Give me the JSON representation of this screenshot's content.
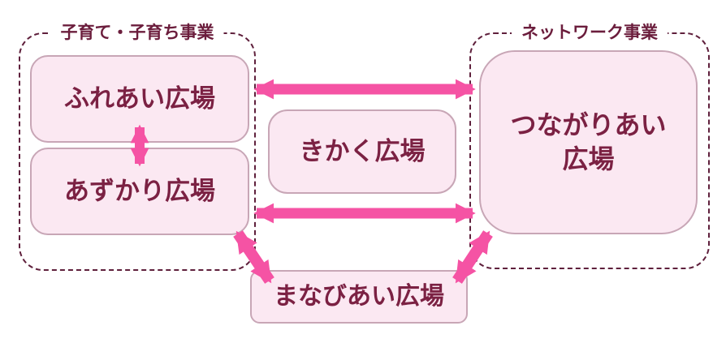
{
  "diagram": {
    "groups": [
      {
        "id": "kosodate",
        "label": "子育て・子育ち事業"
      },
      {
        "id": "network",
        "label": "ネットワーク事業"
      }
    ],
    "boxes": {
      "fureai": {
        "label": "ふれあい広場",
        "group": "kosodate"
      },
      "azukari": {
        "label": "あずかり広場",
        "group": "kosodate"
      },
      "kikaku": {
        "label": "きかく広場",
        "group": null
      },
      "tsunagariai": {
        "label": "つながりあい広場",
        "lines": [
          "つながりあい",
          "広場"
        ],
        "group": "network"
      },
      "manabiai": {
        "label": "まなびあい広場",
        "group": null
      }
    },
    "connections": [
      {
        "from": "fureai",
        "to": "azukari",
        "style": "double-headed-arrow",
        "orientation": "vertical"
      },
      {
        "from": "fureai",
        "to": "tsunagariai",
        "style": "double-headed-arrow",
        "orientation": "horizontal"
      },
      {
        "from": "azukari",
        "to": "tsunagariai",
        "style": "double-headed-arrow",
        "orientation": "horizontal"
      },
      {
        "from": "azukari",
        "to": "manabiai",
        "style": "double-headed-arrow",
        "orientation": "diagonal"
      },
      {
        "from": "manabiai",
        "to": "tsunagariai",
        "style": "double-headed-arrow",
        "orientation": "diagonal"
      }
    ],
    "colors": {
      "arrow": "#f553a4",
      "box_fill": "#fbe8f2",
      "box_border": "#c8a6b6",
      "group_border": "#5f203c",
      "group_label_text": "#6b1d3c",
      "box_text": "#7b2143",
      "background": "#ffffff"
    }
  }
}
